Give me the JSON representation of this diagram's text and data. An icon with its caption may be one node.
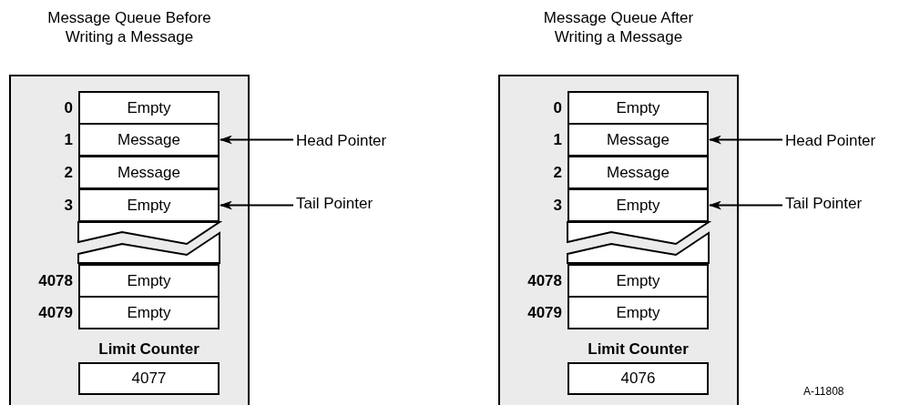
{
  "diagram": {
    "nodes": [
      {
        "text": [
          "Message Queue Before Writing a Message"
        ]
      },
      {
        "text": [
          "Empty"
        ],
        "in": 0,
        "beside": [
          "0"
        ]
      },
      {
        "text": [
          "Message"
        ],
        "in": 0,
        "beside": [
          "1"
        ]
      },
      {
        "text": [
          "Message"
        ],
        "in": 0,
        "beside": [
          "2"
        ]
      },
      {
        "text": [
          "Empty"
        ],
        "in": 0,
        "beside": [
          "3"
        ]
      },
      {
        "text": [
          "Empty"
        ],
        "in": 0,
        "beside": [
          "4078"
        ]
      },
      {
        "text": [
          "Empty"
        ],
        "in": 0,
        "beside": [
          "4079"
        ]
      },
      {
        "text": [
          "Limit Counter",
          "4077"
        ],
        "in": 0
      },
      {
        "text": [
          "Head Pointer"
        ]
      },
      {
        "text": [
          "Tail Pointer"
        ]
      },
      {
        "text": [
          "Message Queue After Writing a Message"
        ]
      },
      {
        "text": [
          "Empty"
        ],
        "in": 10,
        "beside": [
          "0"
        ]
      },
      {
        "text": [
          "Message"
        ],
        "in": 10,
        "beside": [
          "1"
        ]
      },
      {
        "text": [
          "Message"
        ],
        "in": 10,
        "beside": [
          "2"
        ]
      },
      {
        "text": [
          "Empty"
        ],
        "in": 10,
        "beside": [
          "3"
        ]
      },
      {
        "text": [
          "Empty"
        ],
        "in": 10,
        "beside": [
          "4078"
        ]
      },
      {
        "text": [
          "Empty"
        ],
        "in": 10,
        "beside": [
          "4079"
        ]
      },
      {
        "text": [
          "Limit Counter",
          "4076"
        ],
        "in": 10
      },
      {
        "text": [
          "Head Pointer"
        ]
      },
      {
        "text": [
          "Tail Pointer"
        ]
      }
    ],
    "edges": [
      {
        "from": 8,
        "to": 2,
        "arrow": "to"
      },
      {
        "from": 9,
        "to": 4,
        "arrow": "to"
      },
      {
        "from": 18,
        "to": 12,
        "arrow": "to"
      },
      {
        "from": 19,
        "to": 14,
        "arrow": "to"
      }
    ],
    "labels": [
      "A-11808"
    ]
  }
}
